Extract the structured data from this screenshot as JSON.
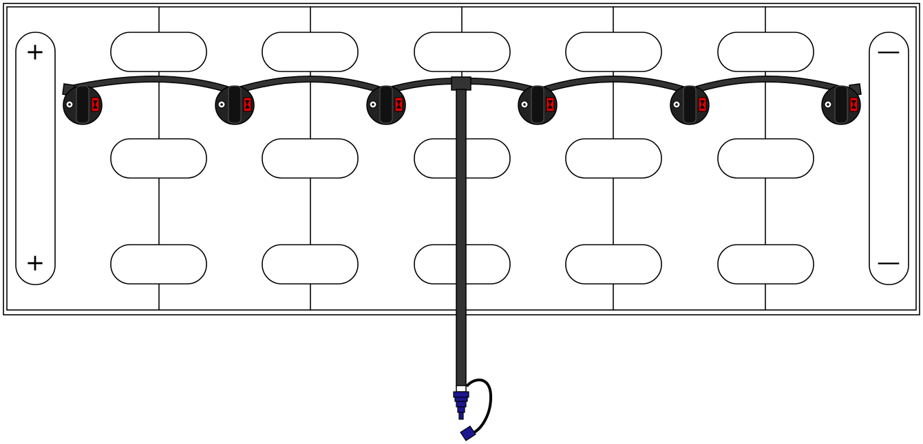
{
  "diagram": {
    "battery": {
      "positive_symbol": "+",
      "negative_symbol": "—",
      "cell_columns": 6,
      "plug_rows": 3
    },
    "watering_system": {
      "fittings": 6,
      "fitting_color": "#000000",
      "valve_indicator_color": "#e00000",
      "hose_color": "#333333",
      "connector_color": "#1c168f"
    }
  }
}
